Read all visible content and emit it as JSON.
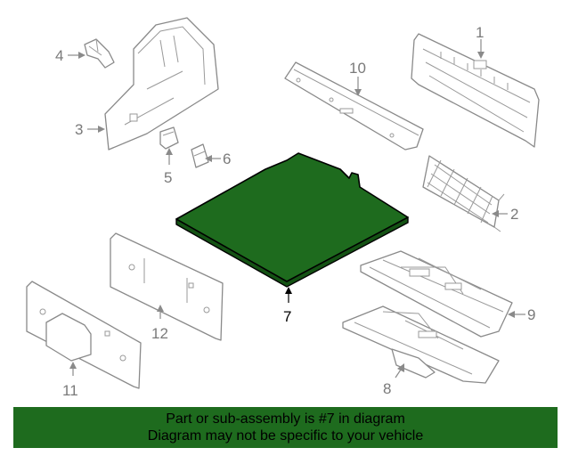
{
  "callouts": {
    "c1": "1",
    "c2": "2",
    "c3": "3",
    "c4": "4",
    "c5": "5",
    "c6": "6",
    "c7": "7",
    "c8": "8",
    "c9": "9",
    "c10": "10",
    "c11": "11",
    "c12": "12"
  },
  "highlight_part": "7",
  "colors": {
    "highlight": "#1e6b1e",
    "line": "#8a8a8a"
  },
  "banner": {
    "line1": "Part or sub-assembly is #7 in diagram",
    "line2": "Diagram may not be specific to your vehicle"
  }
}
